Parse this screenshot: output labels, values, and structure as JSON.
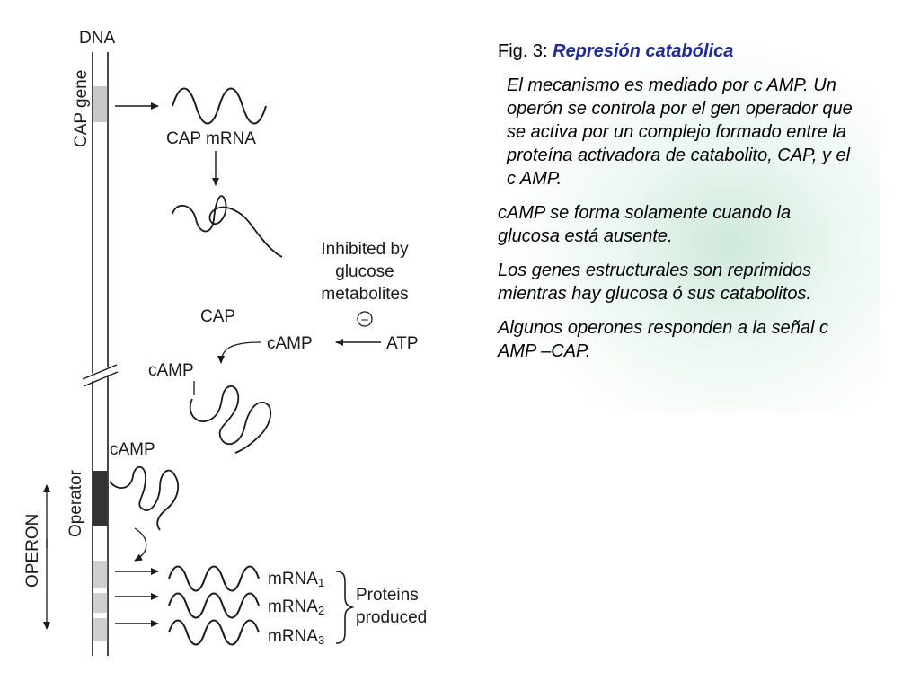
{
  "diagram": {
    "dna_label": "DNA",
    "cap_gene_label": "CAP gene",
    "cap_mrna_label": "CAP mRNA",
    "inhibited_lines": [
      "Inhibited by",
      "glucose",
      "metabolites"
    ],
    "minus_sign": "−",
    "cap_label": "CAP",
    "camp_label": "cAMP",
    "atp_label": "ATP",
    "camp_bound_label": "cAMP",
    "camp_operator_label": "cAMP",
    "operator_label": "Operator",
    "operon_label": "OPERON",
    "mrna1": {
      "base": "mRNA",
      "sub": "1"
    },
    "mrna2": {
      "base": "mRNA",
      "sub": "2"
    },
    "mrna3": {
      "base": "mRNA",
      "sub": "3"
    },
    "proteins_lines": [
      "Proteins",
      "produced"
    ]
  },
  "text": {
    "fig_label": "Fig. 3: ",
    "fig_heading": "Represión catabólica",
    "p1": "El mecanismo es mediado por c AMP. Un operón se controla por el gen operador que se activa por un complejo formado entre la proteína activadora de catabolito, CAP, y el c AMP.",
    "p2": "cAMP se forma solamente cuando la glucosa está ausente.",
    "p3": "Los genes estructurales son reprimidos mientras hay glucosa ó sus catabolitos.",
    "p4": "Algunos operones responden a la señal c AMP –CAP."
  },
  "colors": {
    "heading": "#1f2a9c",
    "operator_region": "#333333",
    "gene_region": "#c8c8c8",
    "glow": "#a8d6be"
  }
}
